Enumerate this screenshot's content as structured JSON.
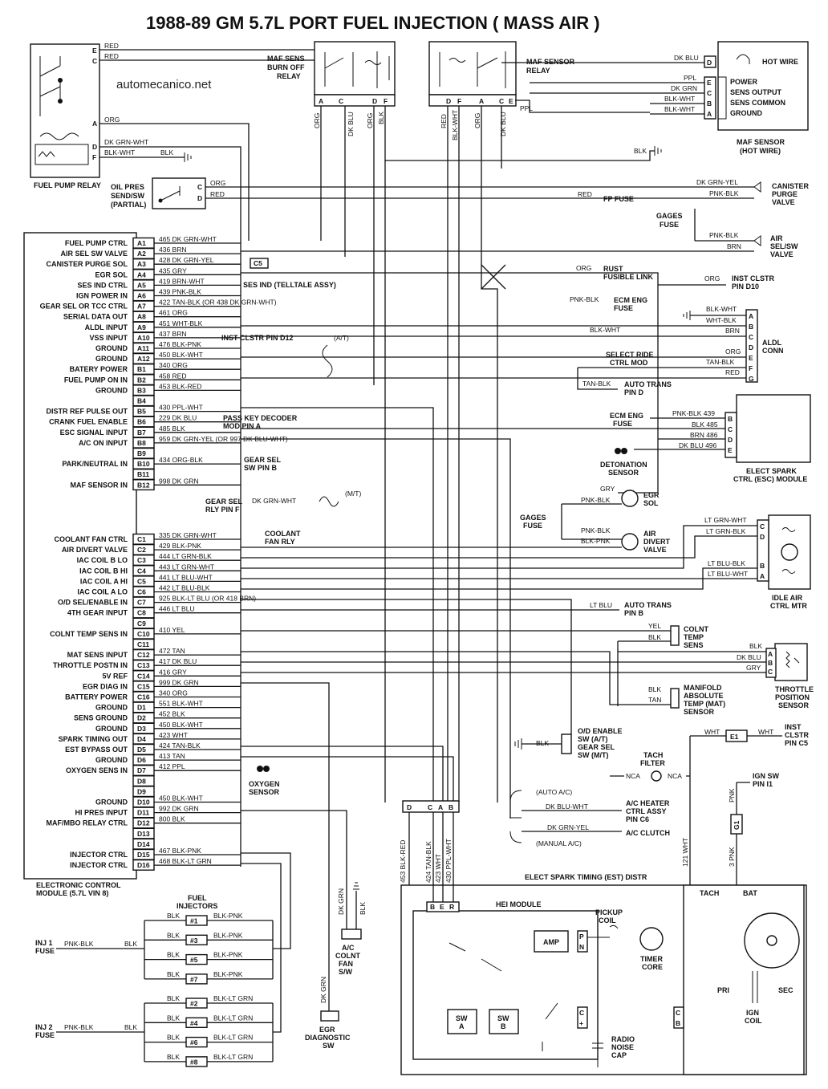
{
  "title": "1988-89 GM 5.7L PORT FUEL INJECTION ( MASS AIR )",
  "watermark": "automecanico.net",
  "ecm": {
    "name": "ELECTRONIC CONTROL MODULE (5.7L VIN 8)",
    "row_a": [
      {
        "pin": "A1",
        "label": "FUEL PUMP CTRL",
        "wire": "465 DK GRN-WHT"
      },
      {
        "pin": "A2",
        "label": "AIR SEL SW VALVE",
        "wire": "436 BRN"
      },
      {
        "pin": "A3",
        "label": "CANISTER PURGE SOL",
        "wire": "428 DK GRN-YEL"
      },
      {
        "pin": "A4",
        "label": "EGR SOL",
        "wire": "435 GRY"
      },
      {
        "pin": "A5",
        "label": "SES IND CTRL",
        "wire": "419 BRN-WHT"
      },
      {
        "pin": "A6",
        "label": "IGN POWER IN",
        "wire": "439 PNK-BLK"
      },
      {
        "pin": "A7",
        "label": "GEAR SEL OR TCC CTRL",
        "wire": "422 TAN-BLK (OR 438 DK GRN-WHT)"
      },
      {
        "pin": "A8",
        "label": "SERIAL DATA OUT",
        "wire": "461 ORG"
      },
      {
        "pin": "A9",
        "label": "ALDL INPUT",
        "wire": "451 WHT-BLK"
      },
      {
        "pin": "A10",
        "label": "VSS INPUT",
        "wire": "437 BRN"
      },
      {
        "pin": "A11",
        "label": "GROUND",
        "wire": "476 BLK-PNK"
      },
      {
        "pin": "A12",
        "label": "GROUND",
        "wire": "450 BLK-WHT"
      },
      {
        "pin": "B1",
        "label": "BATERY POWER",
        "wire": "340 ORG"
      },
      {
        "pin": "B2",
        "label": "FUEL PUMP ON IN",
        "wire": "458 RED"
      },
      {
        "pin": "B3",
        "label": "GROUND",
        "wire": "453 BLK-RED"
      },
      {
        "pin": "B4",
        "label": "",
        "wire": ""
      },
      {
        "pin": "B5",
        "label": "DISTR REF PULSE OUT",
        "wire": "430 PPL-WHT"
      },
      {
        "pin": "B6",
        "label": "CRANK FUEL ENABLE",
        "wire": "229 DK BLU"
      },
      {
        "pin": "B7",
        "label": "ESC SIGNAL INPUT",
        "wire": "485 BLK"
      },
      {
        "pin": "B8",
        "label": "A/C ON INPUT",
        "wire": "959 DK GRN-YEL (OR 997 DK BLU-WHT)"
      },
      {
        "pin": "B9",
        "label": "",
        "wire": ""
      },
      {
        "pin": "B10",
        "label": "PARK/NEUTRAL IN",
        "wire": "434 ORG-BLK"
      },
      {
        "pin": "B11",
        "label": "",
        "wire": ""
      },
      {
        "pin": "B12",
        "label": "MAF SENSOR IN",
        "wire": "998 DK GRN"
      }
    ],
    "row_c": [
      {
        "pin": "C1",
        "label": "COOLANT FAN CTRL",
        "wire": "335 DK GRN-WHT"
      },
      {
        "pin": "C2",
        "label": "AIR DIVERT VALVE",
        "wire": "429 BLK-PNK"
      },
      {
        "pin": "C3",
        "label": "IAC COIL B LO",
        "wire": "444 LT GRN-BLK"
      },
      {
        "pin": "C4",
        "label": "IAC COIL B HI",
        "wire": "443 LT GRN-WHT"
      },
      {
        "pin": "C5",
        "label": "IAC COIL A HI",
        "wire": "441 LT BLU-WHT"
      },
      {
        "pin": "C6",
        "label": "IAC COIL A LO",
        "wire": "442 LT BLU-BLK"
      },
      {
        "pin": "C7",
        "label": "O/D SEL/ENABLE IN",
        "wire": "925 BLK-LT BLU (OR 418 BRN)"
      },
      {
        "pin": "C8",
        "label": "4TH GEAR INPUT",
        "wire": "446 LT BLU"
      },
      {
        "pin": "C9",
        "label": "",
        "wire": ""
      },
      {
        "pin": "C10",
        "label": "COLNT TEMP SENS IN",
        "wire": "410 YEL"
      },
      {
        "pin": "C11",
        "label": "",
        "wire": ""
      },
      {
        "pin": "C12",
        "label": "MAT SENS INPUT",
        "wire": "472 TAN"
      },
      {
        "pin": "C13",
        "label": "THROTTLE POSTN IN",
        "wire": "417 DK BLU"
      },
      {
        "pin": "C14",
        "label": "5V REF",
        "wire": "416 GRY"
      },
      {
        "pin": "C15",
        "label": "EGR DIAG IN",
        "wire": "999 DK GRN"
      },
      {
        "pin": "C16",
        "label": "BATTERY POWER",
        "wire": "340 ORG"
      },
      {
        "pin": "D1",
        "label": "GROUND",
        "wire": "551 BLK-WHT"
      },
      {
        "pin": "D2",
        "label": "SENS GROUND",
        "wire": "452 BLK"
      },
      {
        "pin": "D3",
        "label": "GROUND",
        "wire": "450 BLK-WHT"
      },
      {
        "pin": "D4",
        "label": "SPARK TIMING OUT",
        "wire": "423 WHT"
      },
      {
        "pin": "D5",
        "label": "EST BYPASS OUT",
        "wire": "424 TAN-BLK"
      },
      {
        "pin": "D6",
        "label": "GROUND",
        "wire": "413 TAN"
      },
      {
        "pin": "D7",
        "label": "OXYGEN SENS IN",
        "wire": "412 PPL"
      },
      {
        "pin": "D8",
        "label": "",
        "wire": ""
      },
      {
        "pin": "D9",
        "label": "",
        "wire": ""
      },
      {
        "pin": "D10",
        "label": "GROUND",
        "wire": "450 BLK-WHT"
      },
      {
        "pin": "D11",
        "label": "HI PRES INPUT",
        "wire": "992 DK GRN"
      },
      {
        "pin": "D12",
        "label": "MAF/MBO RELAY CTRL",
        "wire": "800 BLK"
      },
      {
        "pin": "D13",
        "label": "",
        "wire": ""
      },
      {
        "pin": "D14",
        "label": "",
        "wire": ""
      },
      {
        "pin": "D15",
        "label": "INJECTOR CTRL",
        "wire": "467 BLK-PNK"
      },
      {
        "pin": "D16",
        "label": "INJECTOR CTRL",
        "wire": "468 BLK-LT GRN"
      }
    ]
  },
  "components": {
    "fuel_pump_relay": "FUEL PUMP RELAY",
    "oil_pres": "OIL PRES SEND/SW (PARTIAL)",
    "maf_burn_off_relay": "MAF SENS BURN OFF RELAY",
    "maf_sensor_relay": "MAF SENSOR RELAY",
    "maf_sensor": "MAF SENSOR (HOT WIRE)",
    "maf_pins": [
      "POWER",
      "SENS OUTPUT",
      "SENS COMMON",
      "GROUND"
    ],
    "hot_wire": "HOT WIRE",
    "canister_purge": "CANISTER PURGE VALVE",
    "air_sel": "AIR SEL/SW VALVE",
    "gages_fuse": "GAGES FUSE",
    "fp_fuse": "FP FUSE",
    "rust_link": "RUST FUSIBLE LINK",
    "inst_clstr_d10": "INST CLSTR PIN D10",
    "ecm_eng_fuse": "ECM ENG FUSE",
    "aldl": "ALDL CONN",
    "select_ride": "SELECT RIDE CTRL MOD",
    "auto_trans_d": "AUTO TRANS PIN D",
    "esc_module": "ELECT SPARK CTRL (ESC) MODULE",
    "detonation": "DETONATION SENSOR",
    "egr_sol": "EGR SOL",
    "air_divert": "AIR DIVERT VALVE",
    "idle_air": "IDLE AIR CTRL MTR",
    "auto_trans_b": "AUTO TRANS PIN B",
    "colnt_temp": "COLNT TEMP SENS",
    "tps": "THROTTLE POSITION SENSOR",
    "mat": "MANIFOLD ABSOLUTE TEMP (MAT) SENSOR",
    "od_enable": "O/D ENABLE SW (A/T) GEAR SEL SW (M/T)",
    "tach_filter": "TACH FILTER",
    "inst_c5": "INST CLSTR PIN C5",
    "ign_sw": "IGN SW PIN I1",
    "ac_heater": "A/C HEATER CTRL ASSY PIN C6",
    "ac_clutch": "A/C CLUTCH",
    "auto_ac": "(AUTO A/C)",
    "manual_ac": "(MANUAL A/C)",
    "est_distr": "ELECT SPARK TIMING (EST) DISTR",
    "hei": "HEI MODULE",
    "pickup": "PICKUP COIL",
    "amp": "AMP",
    "timer_core": "TIMER CORE",
    "tach": "TACH",
    "bat": "BAT",
    "pri": "PRI",
    "sec": "SEC",
    "ign_coil": "IGN COIL",
    "radio_cap": "RADIO NOISE CAP",
    "sw_a": "SW A",
    "sw_b": "SW B",
    "fuel_injectors": "FUEL INJECTORS",
    "inj1_fuse": "INJ 1 FUSE",
    "inj2_fuse": "INJ 2 FUSE",
    "ac_fan_sw": "A/C COLNT FAN S/W",
    "egr_diag": "EGR DIAGNOSTIC SW",
    "oxygen": "OXYGEN SENSOR",
    "coolant_fan_rly": "COOLANT FAN RLY",
    "ses_ind": "SES IND (TELLTALE ASSY)",
    "inst_d12": "INST CLSTR PIN D12",
    "pass_key": "PASS KEY DECODER MOD PIN A",
    "gear_sel_b": "GEAR SEL SW PIN B",
    "gear_sel_rly": "GEAR SEL RLY PIN F",
    "at": "(A/T)",
    "mt": "(M/T)"
  },
  "injectors": {
    "bank1": [
      "#1",
      "#3",
      "#5",
      "#7"
    ],
    "bank2": [
      "#2",
      "#4",
      "#6",
      "#8"
    ],
    "bank1_wire": "BLK-PNK",
    "bank2_wire": "BLK-LT GRN",
    "fuse_wire": "PNK-BLK",
    "blk": "BLK"
  }
}
